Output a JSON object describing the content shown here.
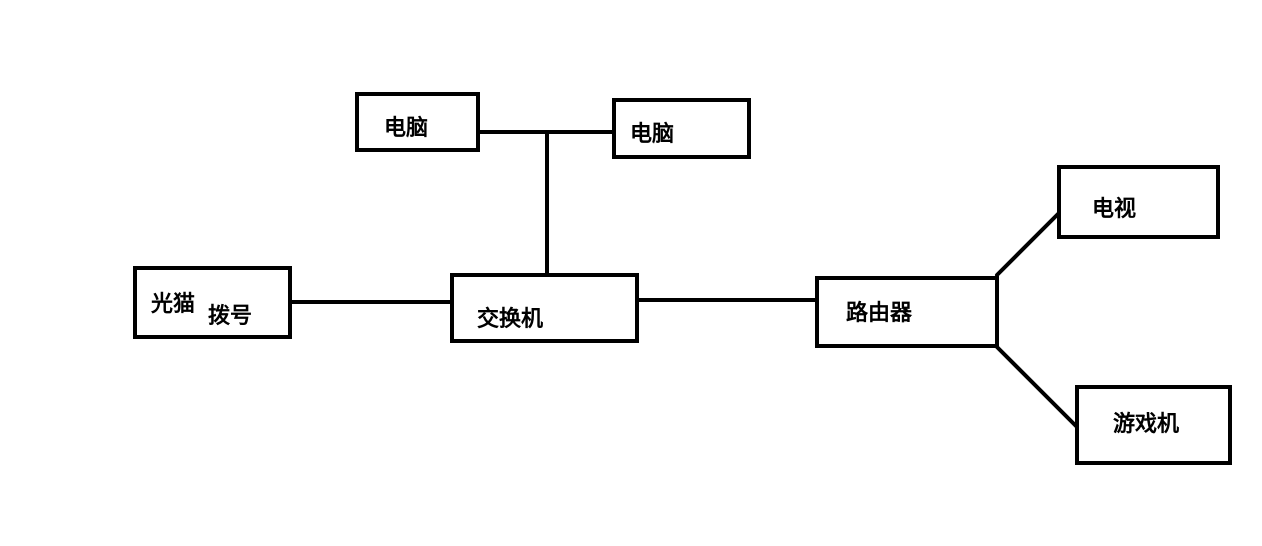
{
  "diagram": {
    "nodes": {
      "pc1": {
        "label": "电脑"
      },
      "pc2": {
        "label": "电脑"
      },
      "modem": {
        "label": "光猫",
        "sublabel": "拨号"
      },
      "switch": {
        "label": "交换机"
      },
      "router": {
        "label": "路由器"
      },
      "tv": {
        "label": "电视"
      },
      "console": {
        "label": "游戏机"
      }
    },
    "edges": [
      {
        "from": "modem",
        "to": "switch"
      },
      {
        "from": "switch",
        "to": "pc1"
      },
      {
        "from": "switch",
        "to": "pc2"
      },
      {
        "from": "switch",
        "to": "router"
      },
      {
        "from": "router",
        "to": "tv"
      },
      {
        "from": "router",
        "to": "console"
      }
    ]
  }
}
